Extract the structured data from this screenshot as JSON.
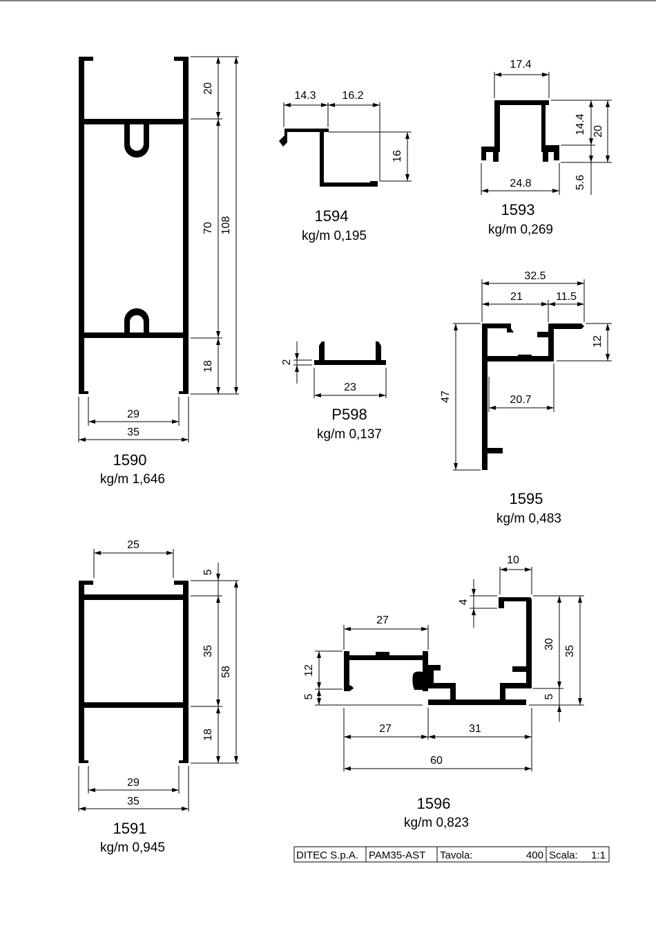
{
  "profiles": {
    "p1590": {
      "code": "1590",
      "weight": "kg/m 1,646",
      "dims": {
        "h1": "20",
        "h2": "70",
        "h3": "18",
        "total": "108",
        "inner": "29",
        "outer": "35"
      }
    },
    "p1594": {
      "code": "1594",
      "weight": "kg/m 0,195",
      "dims": {
        "w1": "14.3",
        "w2": "16.2",
        "h": "16"
      }
    },
    "p1593": {
      "code": "1593",
      "weight": "kg/m 0,269",
      "dims": {
        "top": "17.4",
        "bottom": "24.8",
        "h1": "14.4",
        "h2": "20",
        "h3": "5.6"
      }
    },
    "pP598": {
      "code": "P598",
      "weight": "kg/m 0,137",
      "dims": {
        "h": "2",
        "w": "23"
      }
    },
    "p1595": {
      "code": "1595",
      "weight": "kg/m 0,483",
      "dims": {
        "total": "32.5",
        "w1": "21",
        "w2": "11.5",
        "h1": "12",
        "h": "47",
        "inner": "20.7"
      }
    },
    "p1591": {
      "code": "1591",
      "weight": "kg/m 0,945",
      "dims": {
        "top": "25",
        "h1": "5",
        "h2": "35",
        "h3": "18",
        "total": "58",
        "inner": "29",
        "outer": "35"
      }
    },
    "p1596": {
      "code": "1596",
      "weight": "kg/m 0,823",
      "dims": {
        "top": "10",
        "h4": "4",
        "w27a": "27",
        "h12": "12",
        "h5a": "5",
        "h30": "30",
        "h35": "35",
        "h5b": "5",
        "w27b": "27",
        "w31": "31",
        "w60": "60"
      }
    }
  },
  "title_block": {
    "company": "DITEC S.p.A.",
    "series": "PAM35-AST",
    "tavola_label": "Tavola:",
    "tavola_value": "400",
    "scala_label": "Scala:",
    "scala_value": "1:1"
  }
}
